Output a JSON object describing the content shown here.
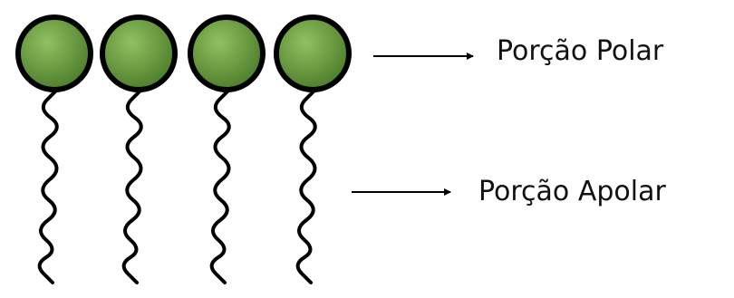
{
  "diagram": {
    "labels": {
      "polar": "Porção Polar",
      "apolar": "Porção Apolar"
    },
    "molecule_count": 4,
    "colors": {
      "head_fill": "#4f7f2c",
      "head_highlight": "#8fc060",
      "head_stroke": "#000000",
      "tail_stroke": "#000000",
      "arrow": "#000000",
      "text": "#111111"
    },
    "icons": {
      "head": "polar-head-circle",
      "tail": "wavy-hydrocarbon-tail",
      "pointer": "right-arrow"
    }
  }
}
